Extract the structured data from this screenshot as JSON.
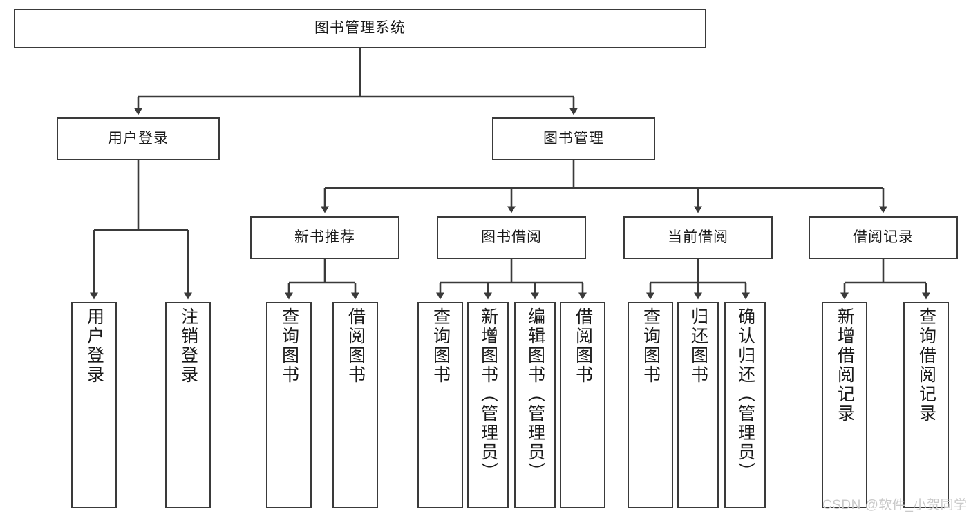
{
  "diagram": {
    "type": "tree-hierarchy-chart",
    "title": "图书管理系统",
    "background_color": "#ffffff",
    "node_border_color": "#3a3a3a",
    "edge_color": "#3a3a3a",
    "nodes": {
      "root": {
        "label": "图书管理系统"
      },
      "level2": [
        {
          "id": "user-login",
          "label": "用户登录"
        },
        {
          "id": "book-management",
          "label": "图书管理"
        }
      ],
      "level3": [
        {
          "id": "new-book-recommend",
          "label": "新书推荐"
        },
        {
          "id": "book-borrow",
          "label": "图书借阅"
        },
        {
          "id": "current-borrow",
          "label": "当前借阅"
        },
        {
          "id": "borrow-record",
          "label": "借阅记录"
        }
      ],
      "leaves": {
        "user-login": [
          {
            "id": "leaf-user-login",
            "label": "用户登录"
          },
          {
            "id": "leaf-logout",
            "label": "注销登录"
          }
        ],
        "new-book-recommend": [
          {
            "id": "leaf-query-book-1",
            "label": "查询图书"
          },
          {
            "id": "leaf-borrow-book-1",
            "label": "借阅图书"
          }
        ],
        "book-borrow": [
          {
            "id": "leaf-query-book-2",
            "label": "查询图书"
          },
          {
            "id": "leaf-add-book",
            "label": "新增图书（管理员）"
          },
          {
            "id": "leaf-edit-book",
            "label": "编辑图书（管理员）"
          },
          {
            "id": "leaf-borrow-book-2",
            "label": "借阅图书"
          }
        ],
        "current-borrow": [
          {
            "id": "leaf-query-book-3",
            "label": "查询图书"
          },
          {
            "id": "leaf-return-book",
            "label": "归还图书"
          },
          {
            "id": "leaf-confirm-return",
            "label": "确认归还（管理员）"
          }
        ],
        "borrow-record": [
          {
            "id": "leaf-add-record",
            "label": "新增借阅记录"
          },
          {
            "id": "leaf-query-record",
            "label": "查询借阅记录"
          }
        ]
      }
    }
  },
  "watermark": {
    "text": "CSDN @软件_小贺同学",
    "color": "#c9c9c9"
  }
}
